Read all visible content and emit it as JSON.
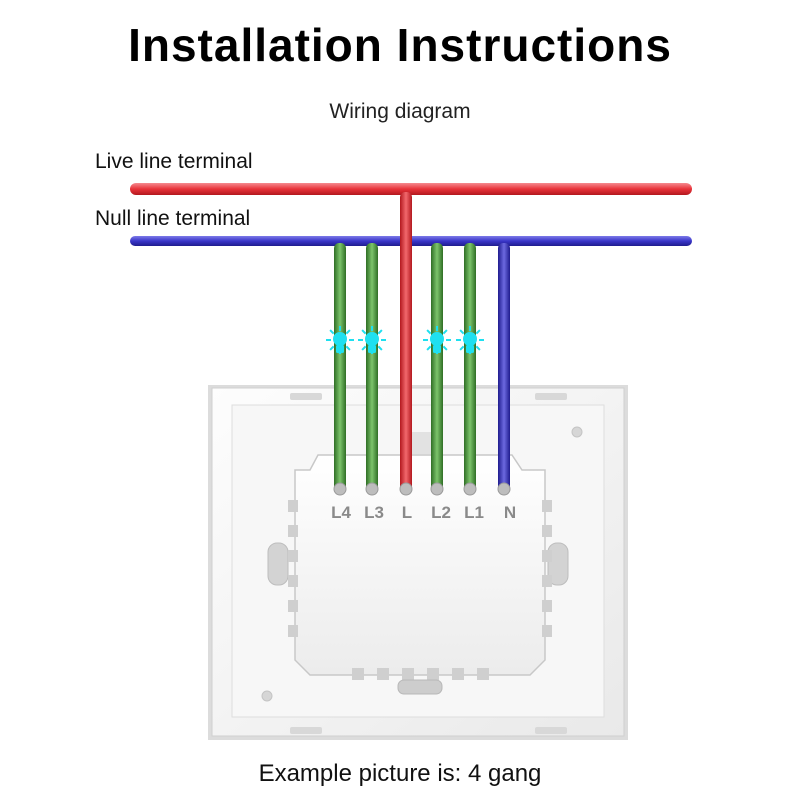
{
  "title": "Installation Instructions",
  "subtitle": "Wiring diagram",
  "live_label": "Live line terminal",
  "null_label": "Null line terminal",
  "footer": "Example picture is: 4 gang",
  "terminals": [
    "L4",
    "L3",
    "L",
    "L2",
    "L1",
    "N"
  ],
  "colors": {
    "live": "#e8333a",
    "neutral": "#3a36c9",
    "load": "#4a9a3c",
    "bulb": "#1fe0f0"
  }
}
